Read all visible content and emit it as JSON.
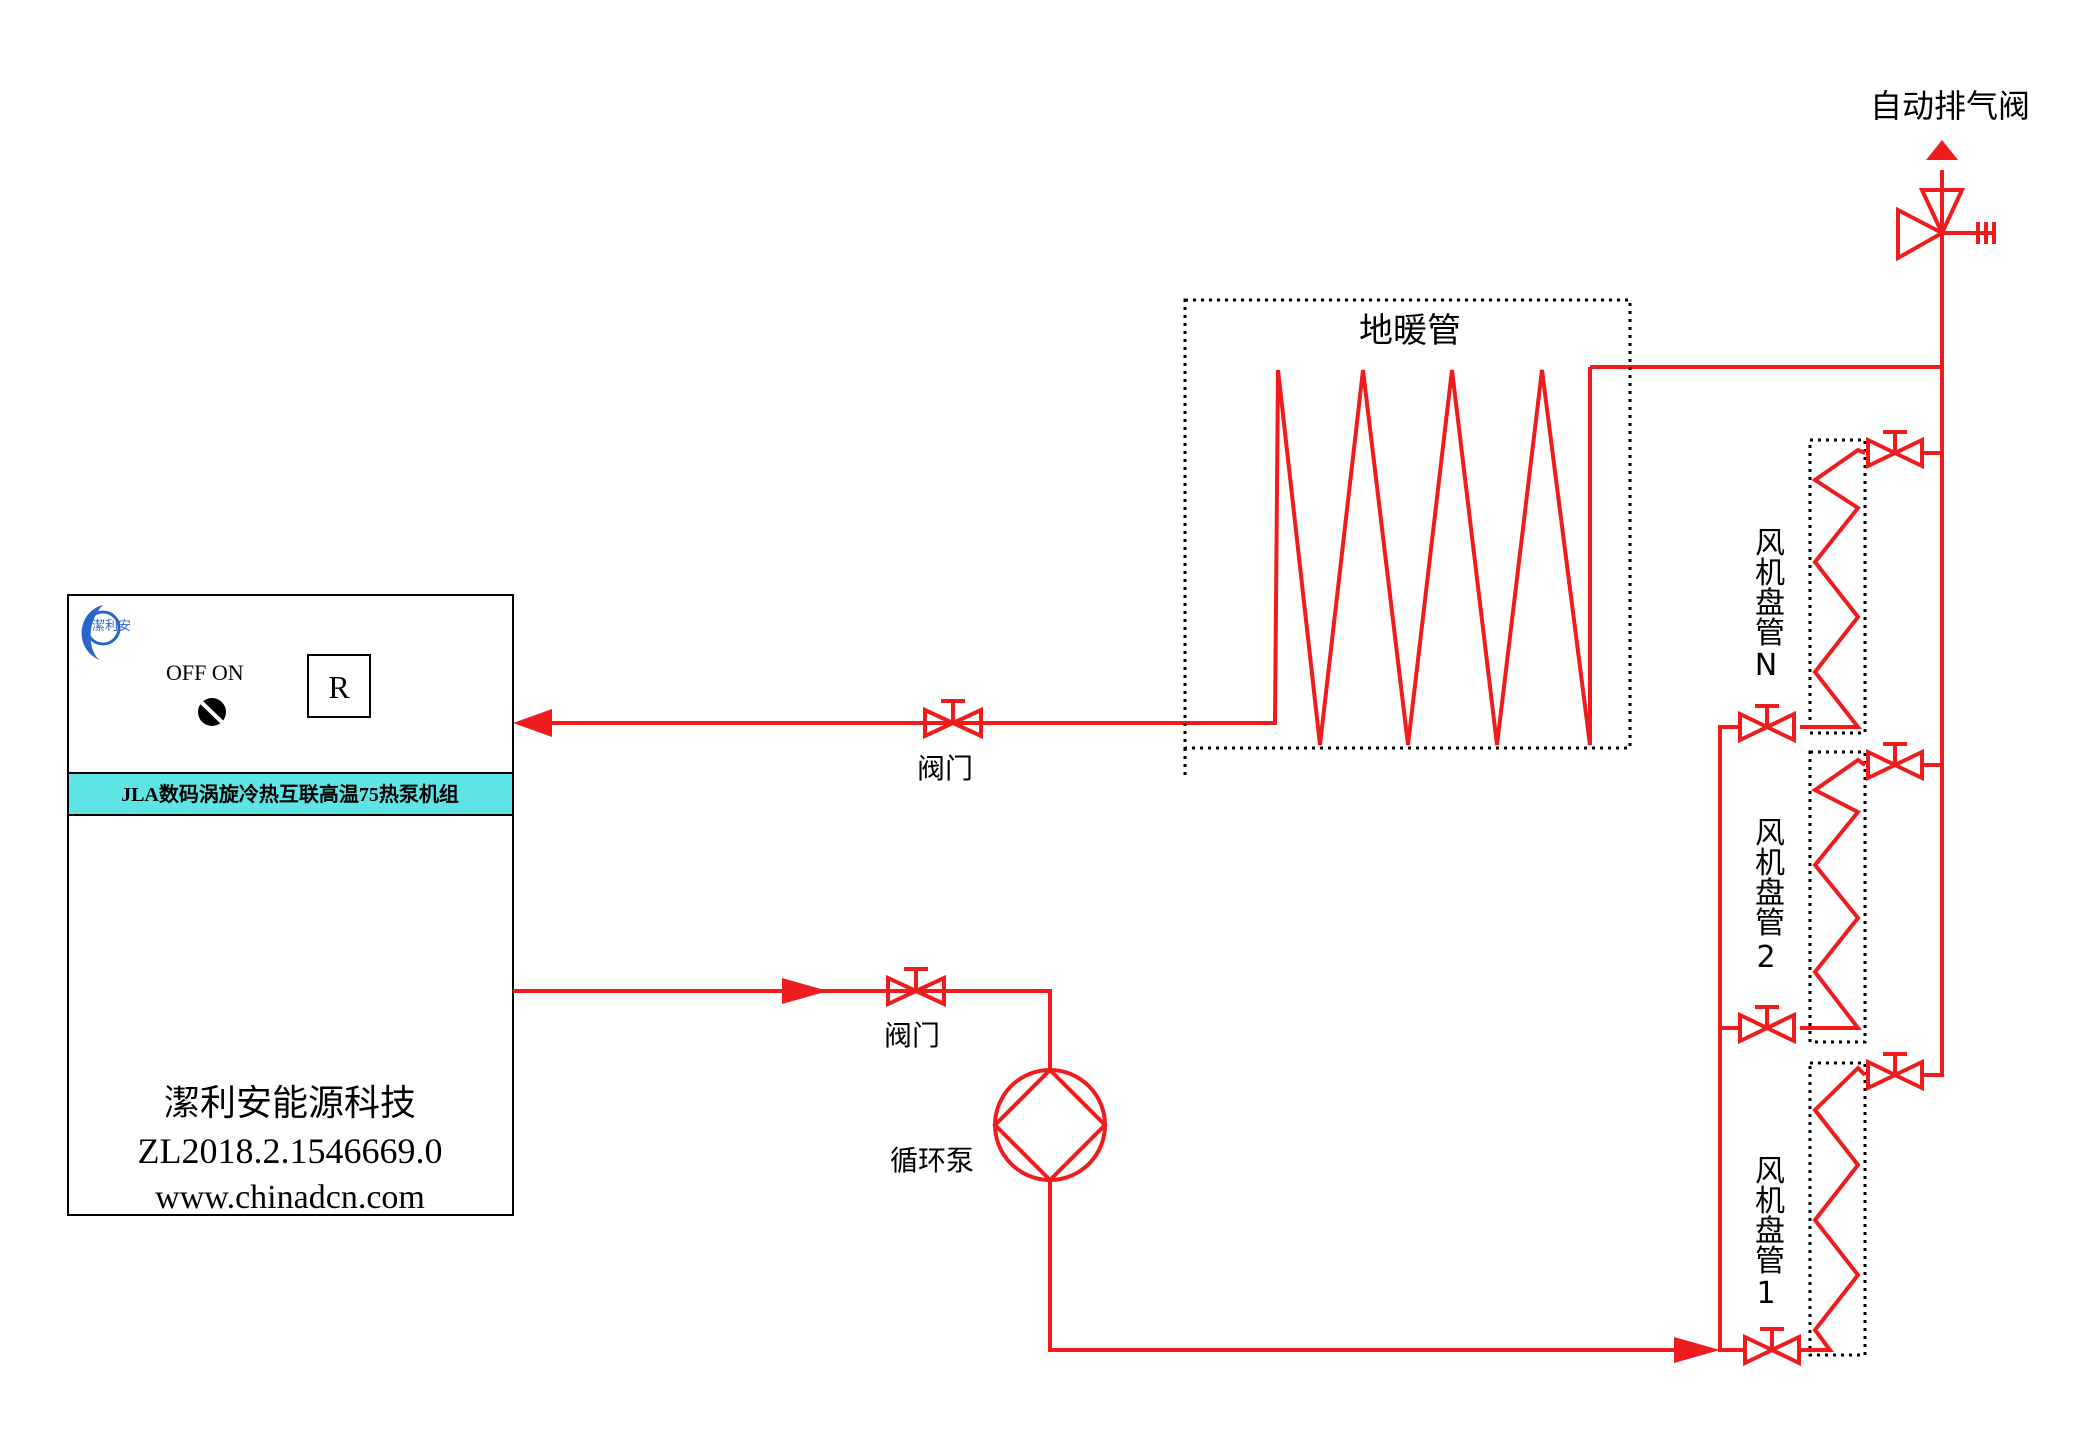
{
  "unit": {
    "logo_text": "潔利安",
    "switch_label": "OFF ON",
    "reset_label": "R",
    "model_title": "JLA数码涡旋冷热互联高温75热泵机组",
    "company": "潔利安能源科技",
    "patent": "ZL2018.2.1546669.0",
    "website": "www.chinadcn.com"
  },
  "labels": {
    "floor_heating": "地暖管",
    "auto_vent_valve": "自动排气阀",
    "valve_return": "阀门",
    "valve_supply": "阀门",
    "pump": "循环泵",
    "fan_coil_n": [
      "风",
      "机",
      "盘",
      "管",
      "N"
    ],
    "fan_coil_2": [
      "风",
      "机",
      "盘",
      "管",
      "2"
    ],
    "fan_coil_1": [
      "风",
      "机",
      "盘",
      "管",
      "1"
    ]
  },
  "colors": {
    "pipe": "#ee1c1c",
    "unit_band": "#5ee4e4",
    "border": "#000000"
  }
}
